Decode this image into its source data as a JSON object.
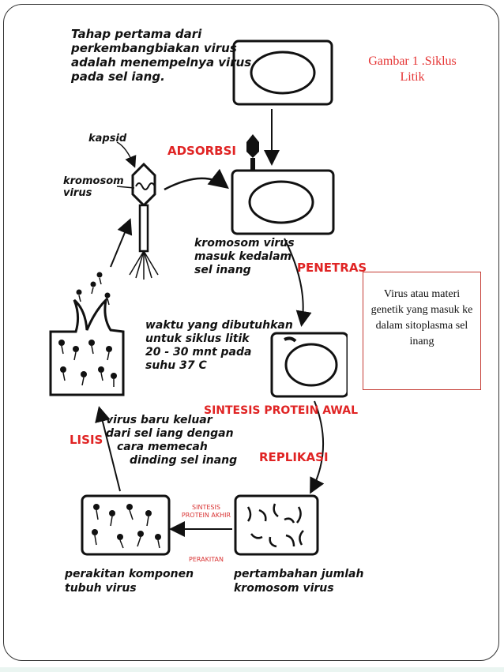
{
  "caption": {
    "line1": "Gambar 1 .Siklus",
    "line2": "Litik"
  },
  "side_note": {
    "text": "Virus atau materi genetik yang masuk ke dalam sitoplasma sel inang"
  },
  "intro": {
    "line1": "Tahap pertama dari",
    "line2": "perkembangbiakan virus",
    "line3": "adalah menempelnya virus",
    "line4": "pada sel iang."
  },
  "labels": {
    "kapsid": "kapsid",
    "kromosom1": "kromosom",
    "kromosom2": "virus",
    "adsorbsi": "ADSORBSI",
    "kromosom_masuk1": "kromosom virus",
    "kromosom_masuk2": "masuk kedalam",
    "kromosom_masuk3": "sel inang",
    "penetrasi": "PENETRAS",
    "waktu1": "waktu yang dibutuhkan",
    "waktu2": "untuk siklus litik",
    "waktu3": "20 - 30 mnt pada",
    "waktu4": "suhu 37 C",
    "sintesis_awal": "SINTESIS PROTEIN AWAL",
    "replikasi": "REPLIKASI",
    "lisis": "LISIS",
    "keluar1": "virus baru keluar",
    "keluar2": "dari sel iang dengan",
    "keluar3": "cara memecah",
    "keluar4": "dinding sel inang",
    "sintesis_akhir1": "SINTESIS",
    "sintesis_akhir2": "PROTEIN AKHIR",
    "perakitan": "PERAKITAN",
    "perakitan_komponen1": "perakitan komponen",
    "perakitan_komponen2": "tubuh virus",
    "pertambahan1": "pertambahan jumlah",
    "pertambahan2": "kromosom virus"
  },
  "colors": {
    "accent_red": "#e02424",
    "caption_red": "#e53333",
    "frame": "#333333"
  }
}
